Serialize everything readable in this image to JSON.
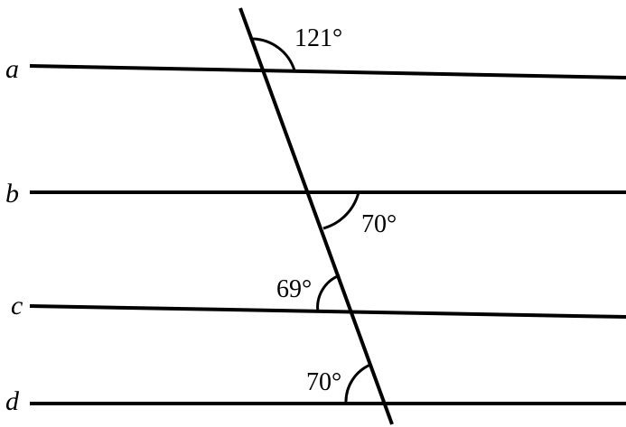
{
  "lines": [
    {
      "id": "a",
      "label": "a"
    },
    {
      "id": "b",
      "label": "b"
    },
    {
      "id": "c",
      "label": "c"
    },
    {
      "id": "d",
      "label": "d"
    }
  ],
  "angles": [
    {
      "id": "angle-a",
      "label": "121°",
      "value_degrees": 121
    },
    {
      "id": "angle-b",
      "label": "70°",
      "value_degrees": 70
    },
    {
      "id": "angle-c",
      "label": "69°",
      "value_degrees": 69
    },
    {
      "id": "angle-d",
      "label": "70°",
      "value_degrees": 70
    }
  ],
  "colors": {
    "stroke": "#000000",
    "background": "#ffffff"
  }
}
